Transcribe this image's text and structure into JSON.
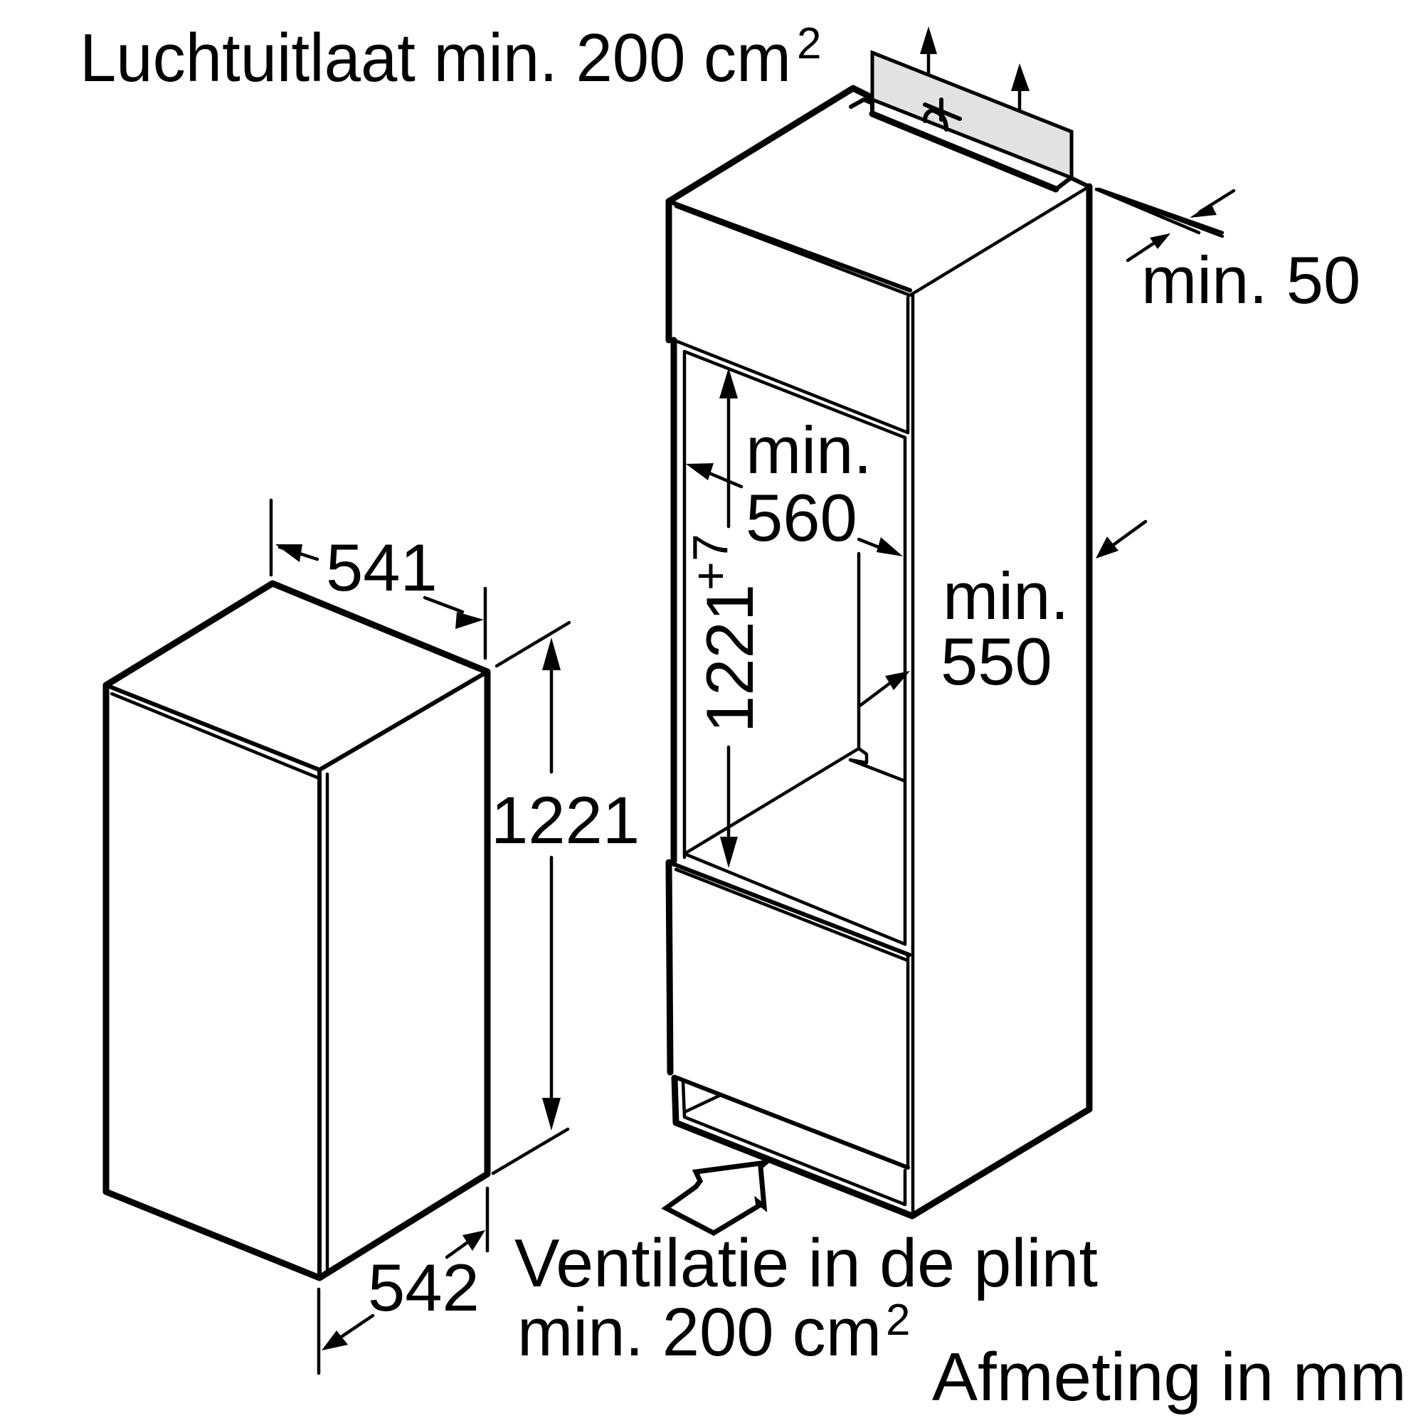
{
  "title_top": {
    "text": "Luchtuitlaat min. 200 cm",
    "superscript": "2"
  },
  "colors": {
    "line": "#000000",
    "background": "#ffffff",
    "vent_grille_fill": "#e2e2e2"
  },
  "appliance": {
    "width_label": "541",
    "height_label": "1221",
    "depth_label": "542"
  },
  "niche": {
    "height_label": "1221",
    "height_tolerance": "+7",
    "width_label_line1": "min.",
    "width_label_line2": "560",
    "depth_label_line1": "min.",
    "depth_label_line2": "550",
    "rear_gap_label": "min. 50"
  },
  "ventilation_bottom": {
    "line1": "Ventilatie in de plint",
    "line2_text": "min. 200 cm",
    "line2_superscript": "2"
  },
  "footer_note": "Afmeting in mm",
  "icons": {
    "vent_symbol": "fan-icon",
    "airflow_in": "hollow-arrow-icon",
    "airflow_out": "arrow-up-icon"
  }
}
